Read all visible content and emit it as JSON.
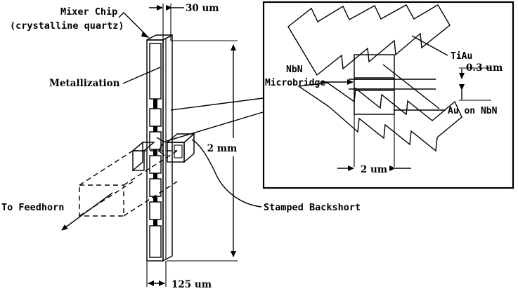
{
  "figure": {
    "title": "Mixer chip cross-section with NbN microbridge detail inset",
    "stroke_color": "#000000",
    "background_color": "#ffffff"
  },
  "main_view": {
    "labels": {
      "mixer_chip_line1": "Mixer Chip",
      "mixer_chip_line2": "(crystalline quartz)",
      "metallization": "Metallization",
      "to_feedhorn": "To Feedhorn",
      "stamped_backshort": "Stamped Backshort"
    },
    "dimensions": {
      "thickness": "30 um",
      "height": "2 mm",
      "width": "125 um"
    }
  },
  "inset": {
    "labels": {
      "nbn_line1": "NbN",
      "nbn_line2": "Microbridge",
      "tiau": "TiAu",
      "au_on_nbn": "Au on NbN"
    },
    "dimensions": {
      "bridge_height": "0.3 um",
      "bridge_width": "2 um"
    }
  }
}
